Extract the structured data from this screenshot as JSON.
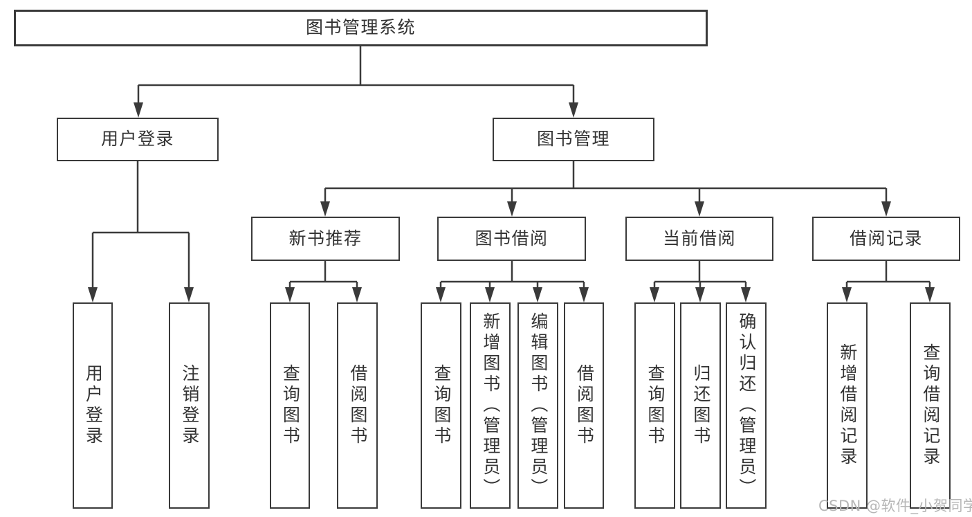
{
  "colors": {
    "line": "#3a3a3a",
    "text": "#333333",
    "background": "#ffffff",
    "watermark": "#b6b6b6"
  },
  "nodes": {
    "root": {
      "label": "图书管理系统"
    },
    "user_login": {
      "label": "用户登录"
    },
    "book_mgmt": {
      "label": "图书管理"
    },
    "new_book_rec": {
      "label": "新书推荐"
    },
    "book_borrow": {
      "label": "图书借阅"
    },
    "current_borrow": {
      "label": "当前借阅"
    },
    "borrow_records": {
      "label": "借阅记录"
    },
    "leaf_user_login": {
      "label": "用户登录"
    },
    "leaf_logout": {
      "label": "注销登录"
    },
    "leaf_rec_query": {
      "label": "查询图书"
    },
    "leaf_rec_borrow": {
      "label": "借阅图书"
    },
    "leaf_bb_query": {
      "label": "查询图书"
    },
    "leaf_bb_add": {
      "label": "新增图书（管理员）"
    },
    "leaf_bb_edit": {
      "label": "编辑图书（管理员）"
    },
    "leaf_bb_borrow": {
      "label": "借阅图书"
    },
    "leaf_cb_query": {
      "label": "查询图书"
    },
    "leaf_cb_return": {
      "label": "归还图书"
    },
    "leaf_cb_confirm": {
      "label": "确认归还（管理员）"
    },
    "leaf_br_add": {
      "label": "新增借阅记录"
    },
    "leaf_br_query": {
      "label": "查询借阅记录"
    }
  },
  "hierarchy": {
    "图书管理系统": [
      "用户登录",
      "图书管理"
    ],
    "用户登录": [
      "用户登录",
      "注销登录"
    ],
    "图书管理": [
      "新书推荐",
      "图书借阅",
      "当前借阅",
      "借阅记录"
    ],
    "新书推荐": [
      "查询图书",
      "借阅图书"
    ],
    "图书借阅": [
      "查询图书",
      "新增图书（管理员）",
      "编辑图书（管理员）",
      "借阅图书"
    ],
    "当前借阅": [
      "查询图书",
      "归还图书",
      "确认归还（管理员）"
    ],
    "借阅记录": [
      "新增借阅记录",
      "查询借阅记录"
    ]
  },
  "watermark": {
    "text": "CSDN @软件_小贺同学"
  }
}
